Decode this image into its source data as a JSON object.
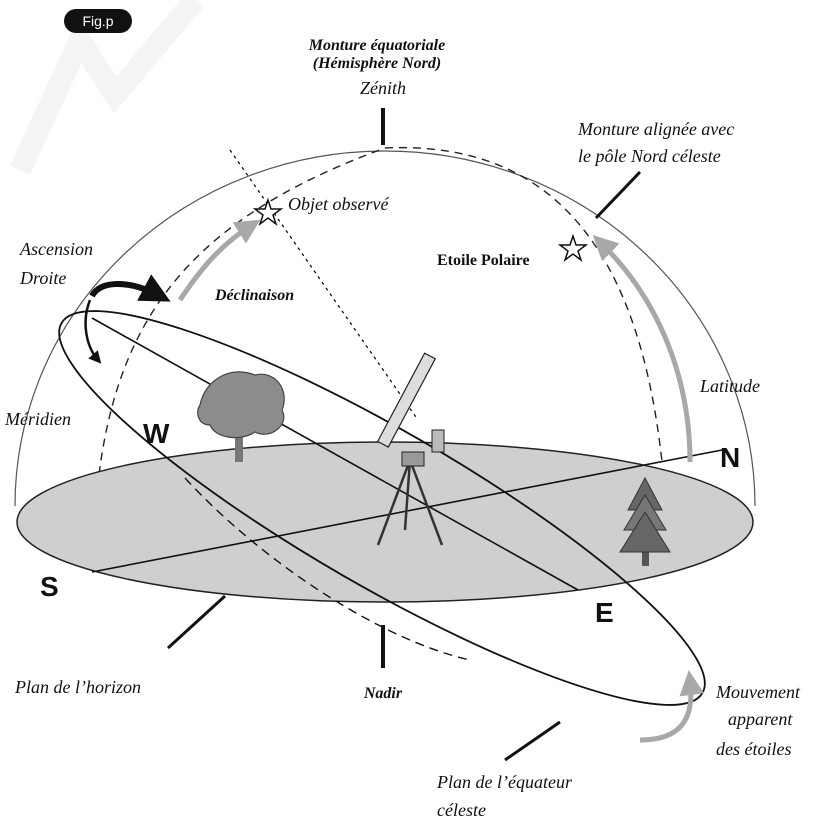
{
  "badge": "Fig.p",
  "title": {
    "line1": "Monture équatoriale",
    "line2": "(Hémisphère Nord)"
  },
  "labels": {
    "zenith": "Zénith",
    "aligned_line1": "Monture alignée avec",
    "aligned_line2": "le pôle Nord céleste",
    "object": "Objet observé",
    "polaris": "Etoile Polaire",
    "ra_line1": "Ascension",
    "ra_line2": "Droite",
    "declination": "Déclinaison",
    "latitude": "Latitude",
    "meridian": "Méridien",
    "horizon_plane": "Plan de l’horizon",
    "nadir": "Nadir",
    "motion_line1": "Mouvement",
    "motion_line2": "apparent",
    "motion_line3": "des étoiles",
    "equator_line1": "Plan de l’équateur",
    "equator_line2": "céleste"
  },
  "cardinals": {
    "west": "W",
    "north": "N",
    "south": "S",
    "east": "E"
  },
  "colors": {
    "horizon_fill": "#cfcfcf",
    "arrow_gray": "#a8a8a8",
    "ink": "#111111"
  }
}
